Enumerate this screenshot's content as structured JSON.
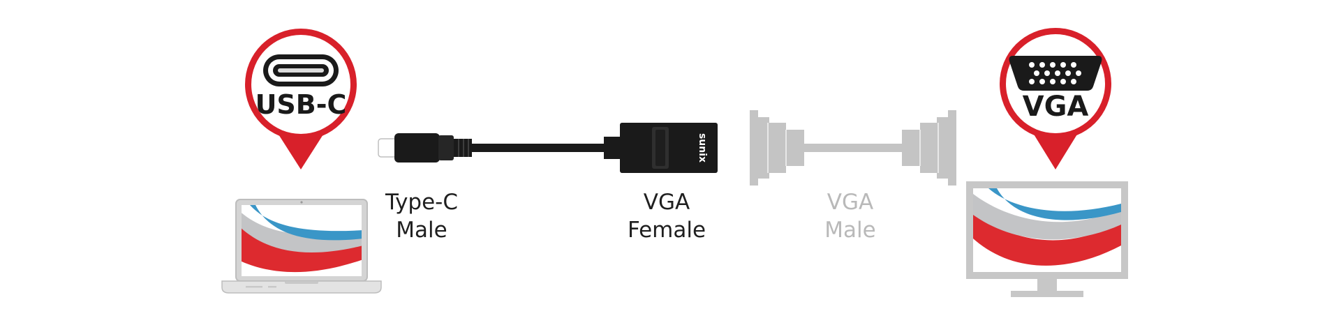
{
  "colors": {
    "pin_red": "#d8202a",
    "cable_black": "#1a1a1a",
    "ghost_gray": "#c4c4c4",
    "label_dark": "#1f1f1f",
    "label_faded": "#b9b9b9",
    "screen_red": "#dd2a2f",
    "screen_blue": "#3a96c7",
    "screen_silver": "#c3c4c6"
  },
  "pins": {
    "left": {
      "text": "USB-C",
      "icon": "usb-c-port-icon"
    },
    "right": {
      "text": "VGA",
      "icon": "vga-port-icon"
    }
  },
  "labels": {
    "type_c": {
      "line1": "Type-C",
      "line2": "Male",
      "color": "#1f1f1f"
    },
    "vga_female": {
      "line1": "VGA",
      "line2": "Female",
      "color": "#1f1f1f"
    },
    "vga_male": {
      "line1": "VGA",
      "line2": "Male",
      "color": "#b9b9b9"
    }
  },
  "adapter_brand": "sunix",
  "devices": {
    "left": "laptop-icon",
    "right": "monitor-icon"
  }
}
